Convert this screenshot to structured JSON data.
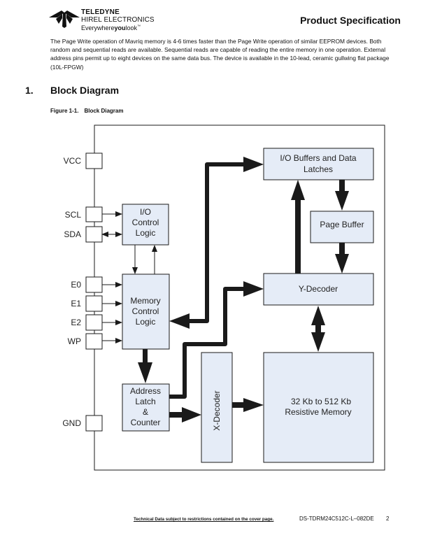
{
  "header": {
    "logo": {
      "line1": "TELEDYNE",
      "line2": "HIREL ELECTRONICS",
      "tagline_prefix": "Everywhere",
      "tagline_bold": "you",
      "tagline_suffix": "look",
      "tagline_mark": "™"
    },
    "title": "Product Specification"
  },
  "intro_paragraph": "The Page Write operation of Mavriq memory is 4-6 times faster than the Page Write operation of similar EEPROM devices. Both random and sequential reads are available. Sequential reads are capable of reading the entire memory in one operation. External address pins permit up to eight devices on the same data bus. The device is available in the 10-lead, ceramic gullwing flat package (10L-FPGW)",
  "section": {
    "number": "1.",
    "title": "Block Diagram"
  },
  "figure": {
    "label": "Figure 1-1.",
    "caption": "Block Diagram"
  },
  "diagram": {
    "pins": {
      "vcc": "VCC",
      "scl": "SCL",
      "sda": "SDA",
      "e0": "E0",
      "e1": "E1",
      "e2": "E2",
      "wp": "WP",
      "gnd": "GND"
    },
    "blocks": {
      "io_control": [
        "I/O",
        "Control",
        "Logic"
      ],
      "memory_control": [
        "Memory",
        "Control",
        "Logic"
      ],
      "address_latch": [
        "Address",
        "Latch",
        "&",
        "Counter"
      ],
      "x_decoder": "X-Decoder",
      "io_buffers": [
        "I/O Buffers and Data",
        "Latches"
      ],
      "page_buffer": "Page Buffer",
      "y_decoder": "Y-Decoder",
      "memory_array": [
        "32 Kb to 512 Kb",
        "Resistive Memory"
      ]
    },
    "colors": {
      "block_fill": "#e5ecf7",
      "line": "#1a1a1a"
    }
  },
  "footer": {
    "note": "Technical Data subject to restrictions contained on the cover page.",
    "doc_number": "DS-TDRM24C512C-L–082DE",
    "page": "2"
  }
}
